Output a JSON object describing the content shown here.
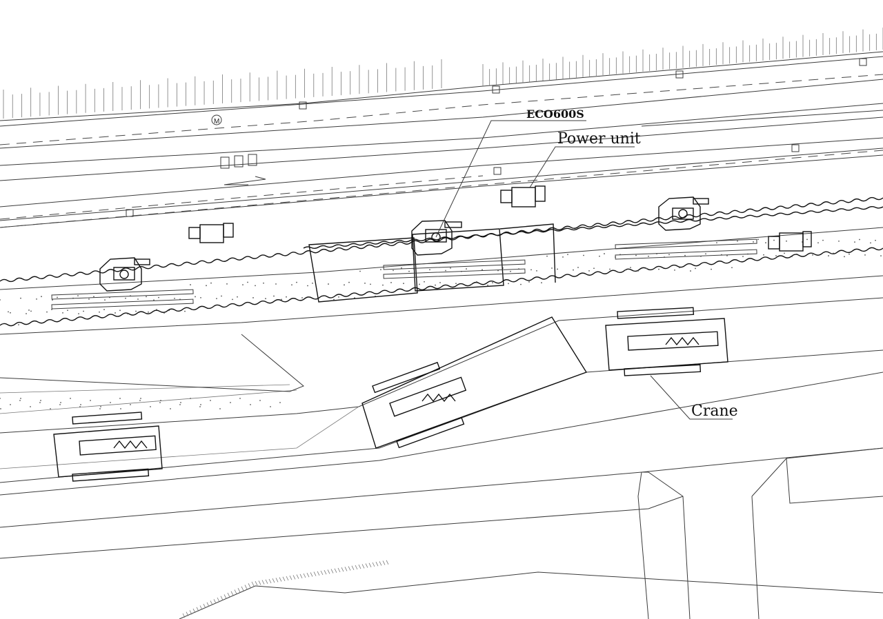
{
  "labels": {
    "eco600s": "ECO600S",
    "power_unit": "Power unit",
    "crane": "Crane",
    "road_marker": "M"
  },
  "colors": {
    "line": "#3a3a3a",
    "background": "#ffffff"
  }
}
